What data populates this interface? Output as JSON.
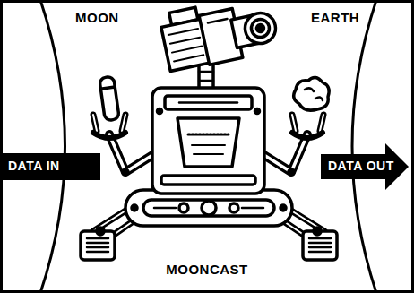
{
  "diagram": {
    "nodes": [
      {
        "text": [
          "MOON"
        ]
      },
      {
        "text": [
          "EARTH"
        ]
      },
      {
        "text": [
          "DATA IN"
        ]
      },
      {
        "text": [
          "DATA OUT"
        ]
      }
    ],
    "labels": [
      "MOONCAST"
    ]
  }
}
